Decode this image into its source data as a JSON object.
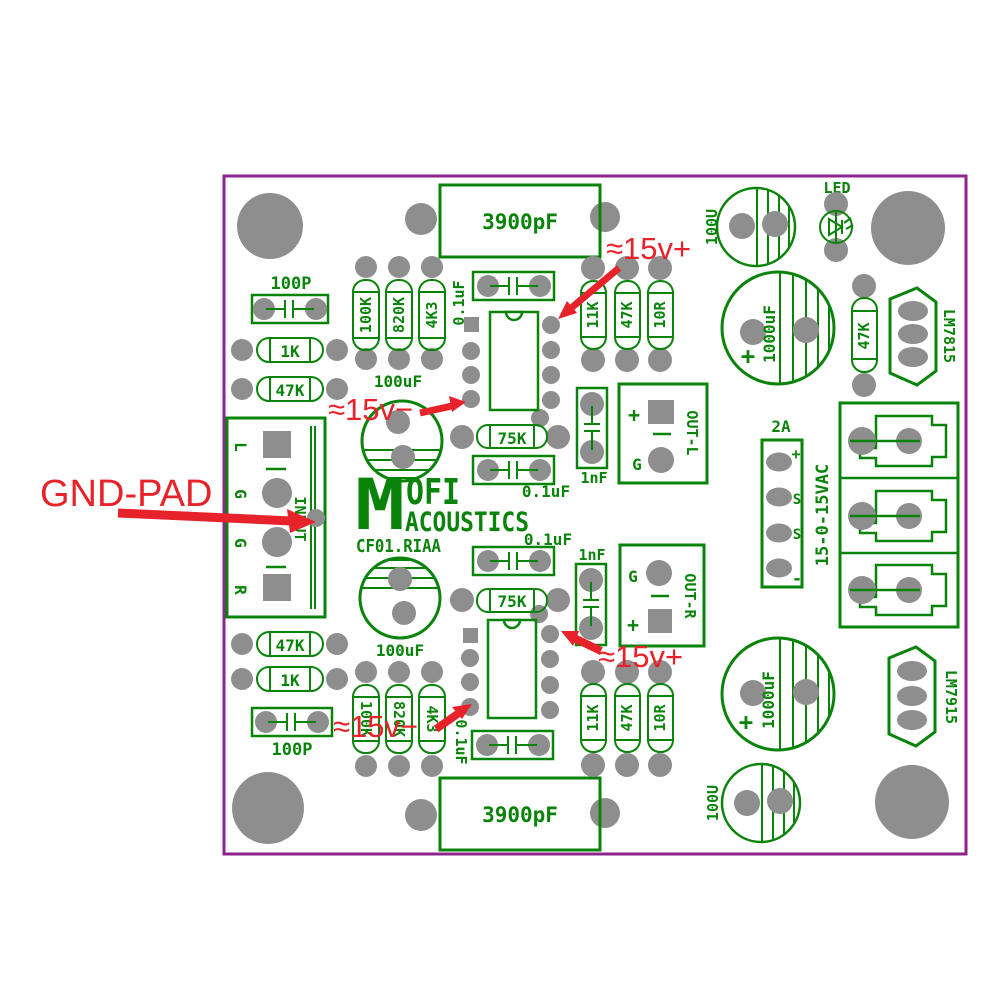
{
  "colors": {
    "silkscreen_green": "#0a830a",
    "pad_gray": "#8e8e8e",
    "annotation_red": "#e8222a",
    "board_outline_purple": "#8e248e"
  },
  "annotations": {
    "gnd_pad": "GND-PAD",
    "v15_plus_top": "≈15v+",
    "v15_minus_top": "≈15v−",
    "v15_minus_bottom": "≈15v−",
    "v15_plus_bottom": "≈15v+"
  },
  "logo": {
    "initial": "M",
    "rest": "OFI",
    "subtitle": "ACOUSTICS",
    "model": "CF01.RIAA"
  },
  "input_block": {
    "title": "INPUT",
    "pin_l": "L",
    "pin_g1": "G",
    "pin_g2": "G",
    "pin_r": "R"
  },
  "output_left": {
    "title": "OUT-L",
    "plus": "+",
    "gnd": "G"
  },
  "output_right": {
    "title": "OUT-R",
    "plus": "+",
    "gnd": "G"
  },
  "power": {
    "led": "LED",
    "fuse": "2A",
    "fuse_plus": "+",
    "fuse_s1": "S",
    "fuse_s2": "S",
    "fuse_minus": "-",
    "transformer": "15-0-15VAC",
    "reg_pos": "LM7815",
    "reg_neg": "LM7915",
    "cap_1000uf_top": "1000uF",
    "cap_1000uf_bottom": "1000uF",
    "plus_top": "+",
    "plus_bottom": "+",
    "cap_100u_top": "100U",
    "cap_100u_bottom": "100U",
    "res_47k": "47K"
  },
  "channel_top": {
    "cap_3900pf": "3900pF",
    "cap_100p": "100P",
    "res_1k": "1K",
    "res_47k": "47K",
    "res_100k": "100K",
    "res_820k": "820K",
    "res_4k3": "4K3",
    "cap_01uf_in": "0.1uF",
    "cap_01uf_mid": "0.1uF",
    "cap_100uf": "100uF",
    "res_75k": "75K",
    "cap_1nf": "1nF",
    "res_11k": "11K",
    "res_47k_fb": "47K",
    "res_10r": "10R"
  },
  "channel_bottom": {
    "cap_3900pf": "3900pF",
    "cap_100p": "100P",
    "res_1k": "1K",
    "res_47k": "47K",
    "res_100k": "100K",
    "res_820k": "820K",
    "res_4k3": "4K3",
    "cap_01uf_in": "0.1uF",
    "cap_01uf_mid": "0.1uF",
    "cap_100uf": "100uF",
    "res_75k": "75K",
    "cap_1nf": "1nF",
    "res_11k": "11K",
    "res_47k_fb": "47K",
    "res_10r": "10R"
  }
}
